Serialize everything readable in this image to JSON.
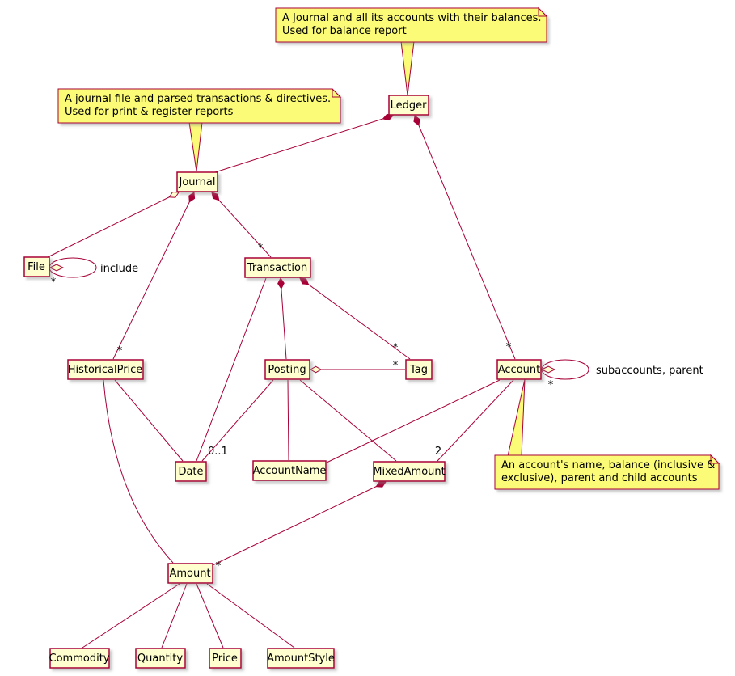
{
  "diagram": {
    "type": "uml-class-diagram",
    "colors": {
      "background": "#FFFFFF",
      "box_fill": "#FEFECE",
      "box_border": "#A80036",
      "note_fill": "#FBFB77",
      "edge": "#A80036",
      "text": "#000000"
    },
    "classes": {
      "ledger": "Ledger",
      "journal": "Journal",
      "file": "File",
      "transaction": "Transaction",
      "historical_price": "HistoricalPrice",
      "posting": "Posting",
      "tag": "Tag",
      "account": "Account",
      "date": "Date",
      "account_name": "AccountName",
      "mixed_amount": "MixedAmount",
      "amount": "Amount",
      "commodity": "Commodity",
      "quantity": "Quantity",
      "price": "Price",
      "amount_style": "AmountStyle"
    },
    "notes": {
      "ledger": {
        "line1": "A Journal and all its accounts with their balances.",
        "line2": "Used for balance report"
      },
      "journal": {
        "line1": "A journal file and parsed transactions & directives.",
        "line2": "Used for print & register reports"
      },
      "account": {
        "line1": "An account's name, balance (inclusive &",
        "line2": "exclusive), parent and child accounts"
      }
    },
    "labels": {
      "include": "include",
      "subaccounts": "subaccounts, parent",
      "star": "*",
      "zero_or_one": "0..1",
      "two": "2"
    }
  }
}
